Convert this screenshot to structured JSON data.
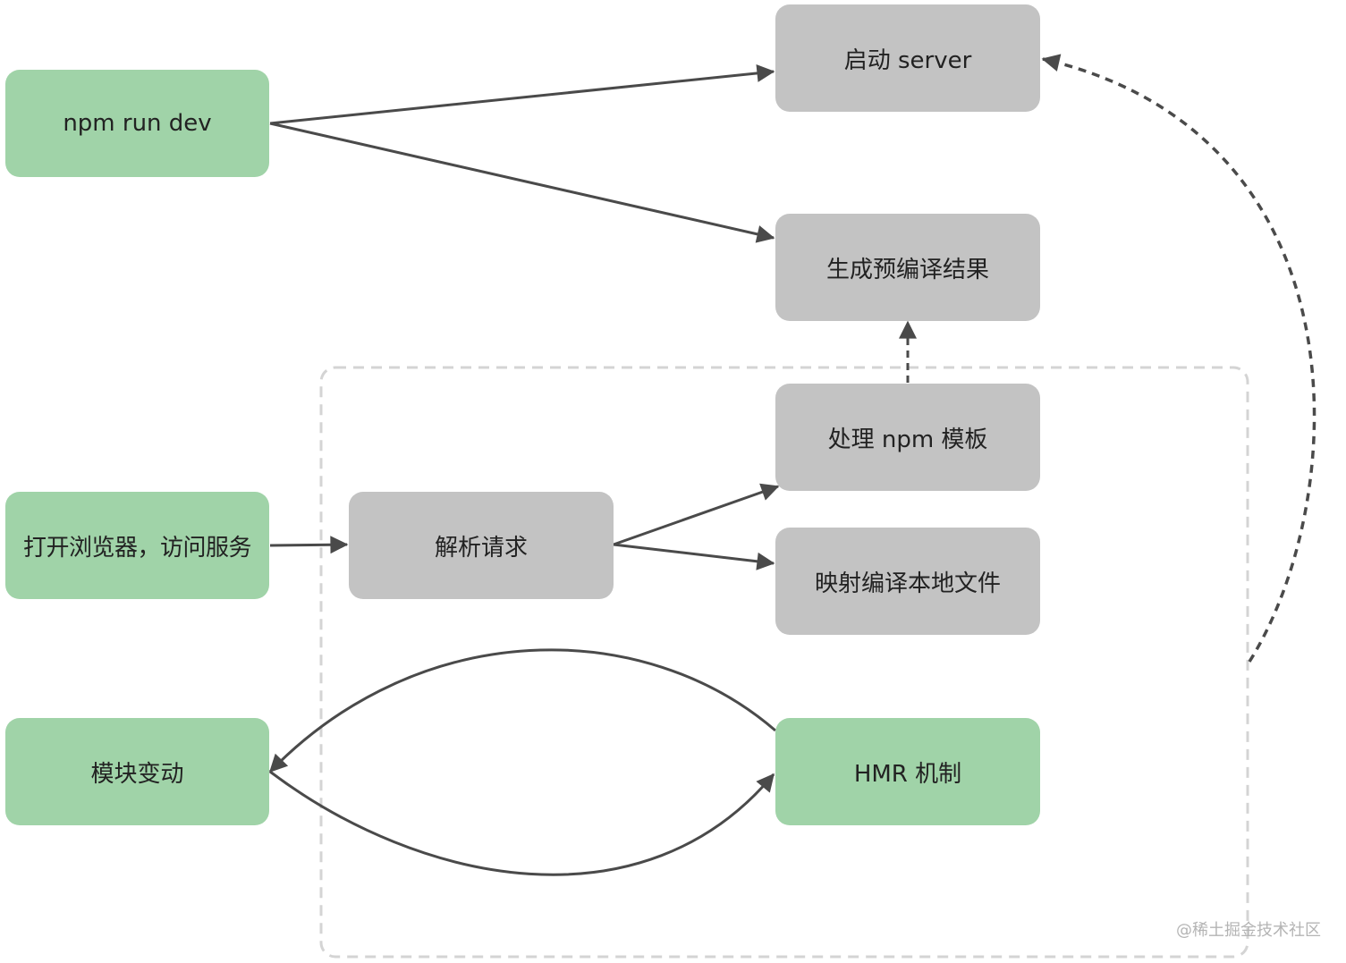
{
  "nodes": {
    "npm_run_dev": "npm run dev",
    "open_browser": "打开浏览器，访问服务",
    "module_change": "模块变动",
    "start_server": "启动 server",
    "prebuild_result": "生成预编译结果",
    "handle_npm_template": "处理 npm 模板",
    "parse_request": "解析请求",
    "map_compile_local_files": "映射编译本地文件",
    "hmr_mechanism": "HMR 机制"
  },
  "edges": [
    {
      "from": "npm_run_dev",
      "to": "start_server",
      "style": "solid"
    },
    {
      "from": "npm_run_dev",
      "to": "prebuild_result",
      "style": "solid"
    },
    {
      "from": "open_browser",
      "to": "parse_request",
      "style": "solid"
    },
    {
      "from": "parse_request",
      "to": "handle_npm_template",
      "style": "solid"
    },
    {
      "from": "parse_request",
      "to": "map_compile_local_files",
      "style": "solid"
    },
    {
      "from": "handle_npm_template",
      "to": "prebuild_result",
      "style": "dashed"
    },
    {
      "from": "hmr_mechanism",
      "to": "module_change",
      "style": "solid"
    },
    {
      "from": "module_change",
      "to": "hmr_mechanism",
      "style": "solid"
    },
    {
      "from": "dashed_group",
      "to": "start_server",
      "style": "dotted"
    }
  ],
  "colors": {
    "green_node": "#a0d3a8",
    "gray_node": "#c3c3c3",
    "arrow": "#555555",
    "group_border": "#d4d4d4",
    "text": "#222222",
    "watermark": "#b4b4b4"
  },
  "watermark": "@稀土掘金技术社区"
}
